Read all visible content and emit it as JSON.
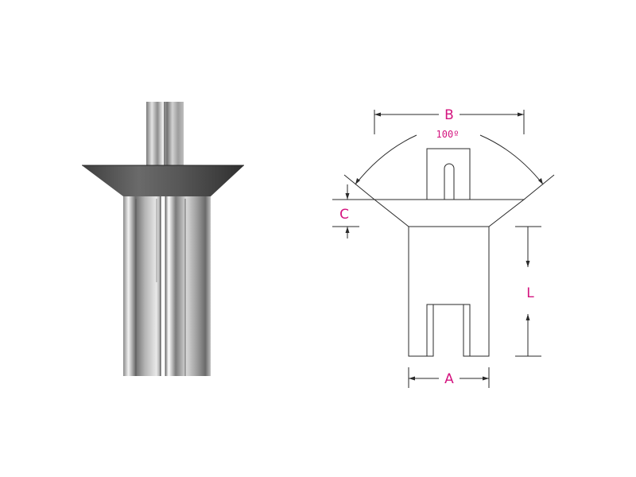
{
  "labels": {
    "b": "B",
    "angle": "100º",
    "c": "C",
    "l": "L",
    "a": "A"
  },
  "colors": {
    "label": "#d4147f",
    "line": "#2a2a2a",
    "steel_dark": "#4a4a4a",
    "steel_light": "#e8e8e8"
  }
}
